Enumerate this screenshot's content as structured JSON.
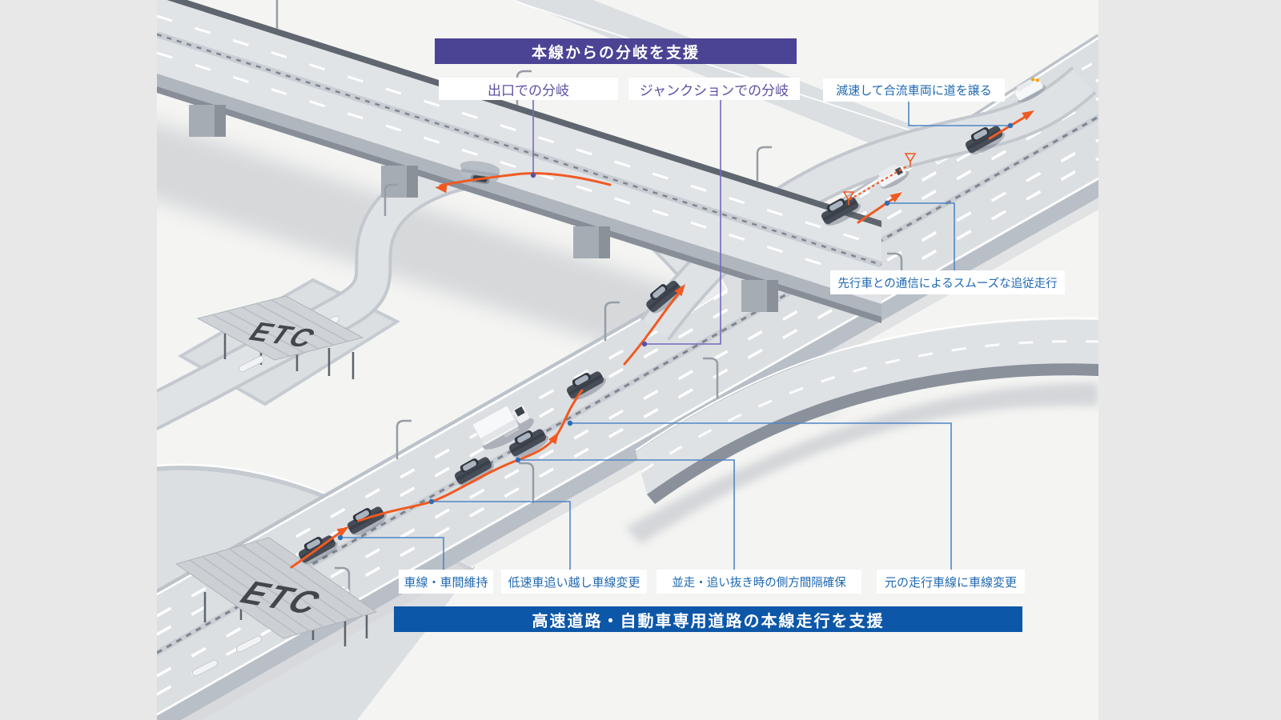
{
  "banners": {
    "top": {
      "label": "本線からの分岐を支援",
      "bg": "#4b4394",
      "text_color": "#ffffff"
    },
    "bottom": {
      "label": "高速道路・自動車専用道路の本線走行を支援",
      "bg": "#0d57a8",
      "text_color": "#ffffff"
    }
  },
  "callouts": {
    "exit_branch": {
      "label": "出口での分岐",
      "color": "#5b51a3"
    },
    "junction_branch": {
      "label": "ジャンクションでの分岐",
      "color": "#5b51a3"
    },
    "yield_merge": {
      "label": "減速して合流車両に道を譲る",
      "color": "#1e68b1"
    },
    "smooth_follow": {
      "label": "先行車との通信によるスムーズな追従走行",
      "color": "#1e68b1"
    },
    "lane_keep": {
      "label": "車線・車間維持",
      "color": "#1e68b1"
    },
    "overtake_slow": {
      "label": "低速車追い越し車線変更",
      "color": "#1e68b1"
    },
    "side_clearance": {
      "label": "並走・追い抜き時の側方間隔確保",
      "color": "#1e68b1"
    },
    "return_lane": {
      "label": "元の走行車線に車線変更",
      "color": "#1e68b1"
    }
  },
  "scene": {
    "toll_gate_label": "ETC"
  },
  "colors": {
    "canvas_bg": "#f4f4f2",
    "outer_bg": "#e8e8e8",
    "route_orange": "#f05a22",
    "connector_blue": "#4f86c6",
    "connector_purple": "#7468bd",
    "road_surface": "#dcdfe2"
  }
}
